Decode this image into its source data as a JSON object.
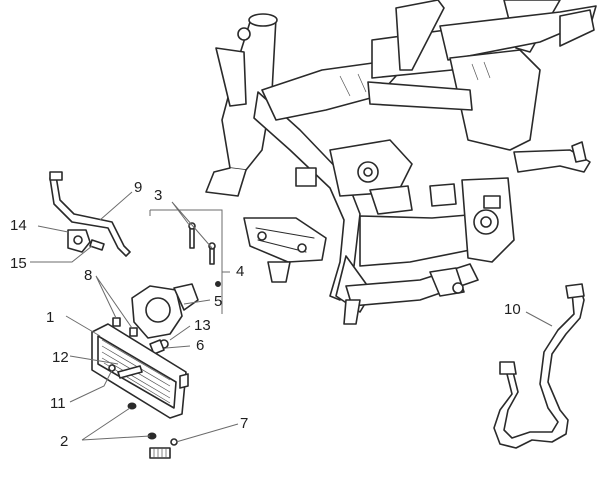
{
  "callouts": [
    {
      "id": "n1",
      "text": "1"
    },
    {
      "id": "n2",
      "text": "2"
    },
    {
      "id": "n3",
      "text": "3"
    },
    {
      "id": "n4",
      "text": "4"
    },
    {
      "id": "n5",
      "text": "5"
    },
    {
      "id": "n6",
      "text": "6"
    },
    {
      "id": "n7",
      "text": "7"
    },
    {
      "id": "n8",
      "text": "8"
    },
    {
      "id": "n9",
      "text": "9"
    },
    {
      "id": "n10",
      "text": "10"
    },
    {
      "id": "n11",
      "text": "11"
    },
    {
      "id": "n12",
      "text": "12"
    },
    {
      "id": "n13",
      "text": "13"
    },
    {
      "id": "n14",
      "text": "14"
    },
    {
      "id": "n15",
      "text": "15"
    }
  ],
  "colors": {
    "line": "#2a2a2a",
    "leader": "#6b6b6b",
    "background": "#ffffff"
  }
}
